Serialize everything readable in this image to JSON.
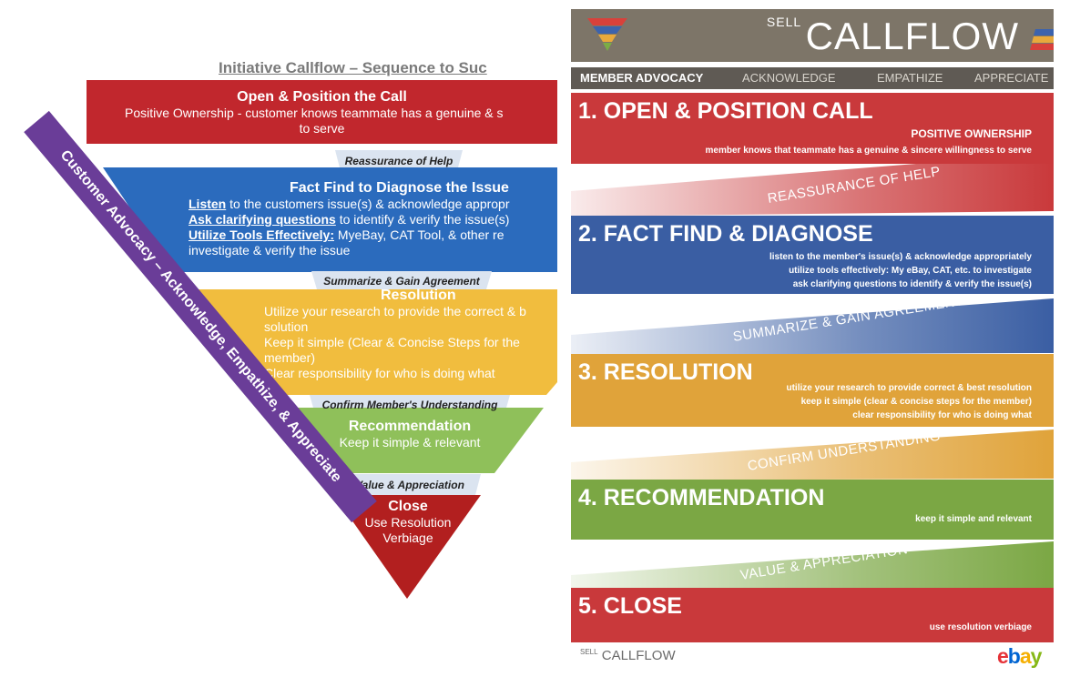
{
  "left": {
    "title": "Initiative Callflow – Sequence to Suc",
    "blocks": [
      {
        "heading": "Open & Position the Call",
        "lines": [
          "Positive Ownership - customer knows teammate has a genuine & s",
          "to serve"
        ]
      },
      {
        "heading": "Fact Find to Diagnose the Issue",
        "line1_bold": "Listen",
        "line1_rest": " to the customers issue(s) & acknowledge appropr",
        "line2_bold": "Ask clarifying questions",
        "line2_rest": " to identify & verify the issue(s)",
        "line3_bold": "Utilize Tools Effectively:",
        "line3_rest": "  MyeBay, CAT Tool, & other re",
        "line4": "investigate & verify the issue"
      },
      {
        "heading": "Resolution",
        "lines": [
          "Utilize your research to provide the correct & b",
          "solution",
          "Keep it simple (Clear & Concise Steps for the",
          "member)",
          "Clear responsibility for who is doing what"
        ]
      },
      {
        "heading": "Recommendation",
        "lines": [
          "Keep it simple & relevant"
        ]
      },
      {
        "heading": "Close",
        "lines": [
          "Use Resolution",
          "Verbiage"
        ]
      }
    ],
    "connectors": [
      "Reassurance of Help",
      "Summarize & Gain Agreement",
      "Confirm Member's Understanding",
      "Value & Appreciation"
    ],
    "band": "Customer Advocacy – Acknowledge, Empathize, & Appreciate"
  },
  "poster": {
    "sell": "SELL",
    "callflow": "CALLFLOW",
    "advocacy": [
      "MEMBER ADVOCACY",
      "ACKNOWLEDGE",
      "EMPATHIZE",
      "APPRECIATE"
    ],
    "sections": [
      {
        "title": "1. OPEN & POSITION CALL",
        "sub": "POSITIVE OWNERSHIP",
        "lines": [
          "member knows that teammate has a genuine & sincere willingness to serve"
        ]
      },
      {
        "title": "2. FACT FIND & DIAGNOSE",
        "lines": [
          "listen to the member's issue(s) & acknowledge appropriately",
          "utilize tools effectively: My eBay, CAT, etc. to investigate",
          "ask clarifying questions to identify & verify the issue(s)"
        ]
      },
      {
        "title": "3. RESOLUTION",
        "lines": [
          "utilize your research to provide correct & best resolution",
          "keep it simple (clear & concise steps for the member)",
          "clear responsibility for who is doing what"
        ]
      },
      {
        "title": "4. RECOMMENDATION",
        "lines": [
          "keep it simple and relevant"
        ]
      },
      {
        "title": "5. CLOSE",
        "lines": [
          "use resolution verbiage"
        ]
      }
    ],
    "transitions": [
      "REASSURANCE OF HELP",
      "SUMMARIZE & GAIN AGREEMENT",
      "CONFIRM UNDERSTANDING",
      "VALUE & APPRECIATION"
    ],
    "footer_sell": "SELL",
    "footer_callflow": "CALLFLOW",
    "logo": "ebay",
    "colors": {
      "red": "#c9393b",
      "blue": "#3a5ea3",
      "yellow": "#e0a33a",
      "green": "#7ba744",
      "gray": "#7d7568"
    }
  }
}
